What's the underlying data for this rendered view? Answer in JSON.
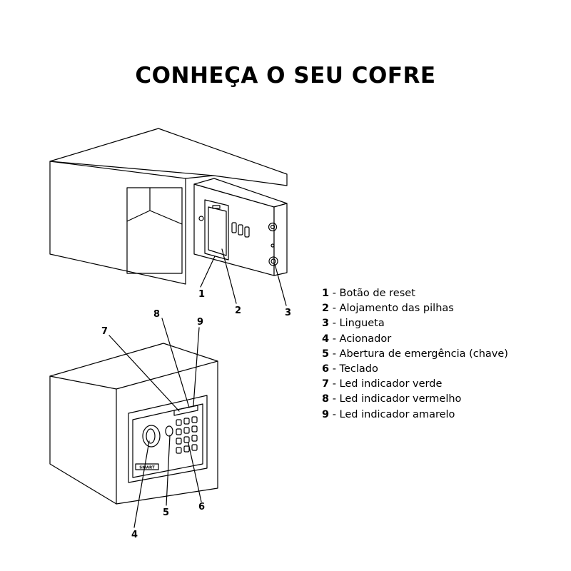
{
  "title": "CONHEÇA O SEU COFRE",
  "callouts": [
    "1",
    "2",
    "3",
    "4",
    "5",
    "6",
    "7",
    "8",
    "9"
  ],
  "brand_plate": "SMART",
  "legend": [
    {
      "num": "1",
      "sep": " - ",
      "text": "Botão de reset"
    },
    {
      "num": "2",
      "sep": " - ",
      "text": "Alojamento das pilhas"
    },
    {
      "num": "3",
      "sep": " - ",
      "text": "Lingueta"
    },
    {
      "num": "4",
      "sep": " - ",
      "text": "Acionador"
    },
    {
      "num": "5",
      "sep": " - ",
      "text": "Abertura de emergência (chave)"
    },
    {
      "num": "6",
      "sep": " - ",
      "text": "Teclado"
    },
    {
      "num": "7",
      "sep": " - ",
      "text": "Led indicador verde"
    },
    {
      "num": "8",
      "sep": " - ",
      "text": "Led indicador vermelho"
    },
    {
      "num": "9",
      "sep": " - ",
      "text": "Led indicador amarelo"
    }
  ]
}
